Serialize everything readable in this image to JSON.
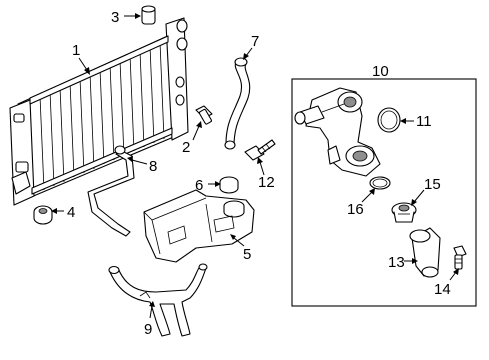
{
  "callouts": [
    "1",
    "2",
    "3",
    "4",
    "5",
    "6",
    "7",
    "8",
    "9",
    "10",
    "11",
    "12",
    "13",
    "14",
    "15",
    "16"
  ],
  "colors": {
    "line": "#000000",
    "background": "#ffffff",
    "shading": "#8e8e8e"
  }
}
